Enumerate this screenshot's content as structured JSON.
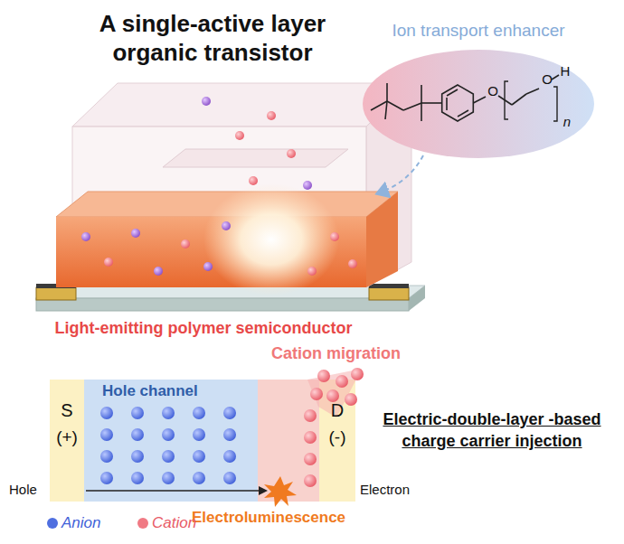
{
  "diagram": {
    "title": "A single-active layer organic transistor",
    "nodes": [
      {
        "text": [
          "Ion transport enhancer"
        ]
      },
      {
        "text": [
          "S",
          "(+)"
        ]
      },
      {
        "text": [
          "Hole channel"
        ]
      },
      {
        "text": [
          "D",
          "(-)"
        ]
      }
    ],
    "labels": [
      "O",
      "O",
      "H",
      "n",
      "Light-emitting polymer semiconductor",
      "Cation migration",
      "Hole",
      "Electron",
      "Electroluminescence",
      "Electric-double-layer -based charge carrier injection"
    ],
    "legend": [
      {
        "text": "Anion",
        "color": "#4f6fe0"
      },
      {
        "text": "Cation",
        "color": "#f07a84"
      }
    ]
  }
}
